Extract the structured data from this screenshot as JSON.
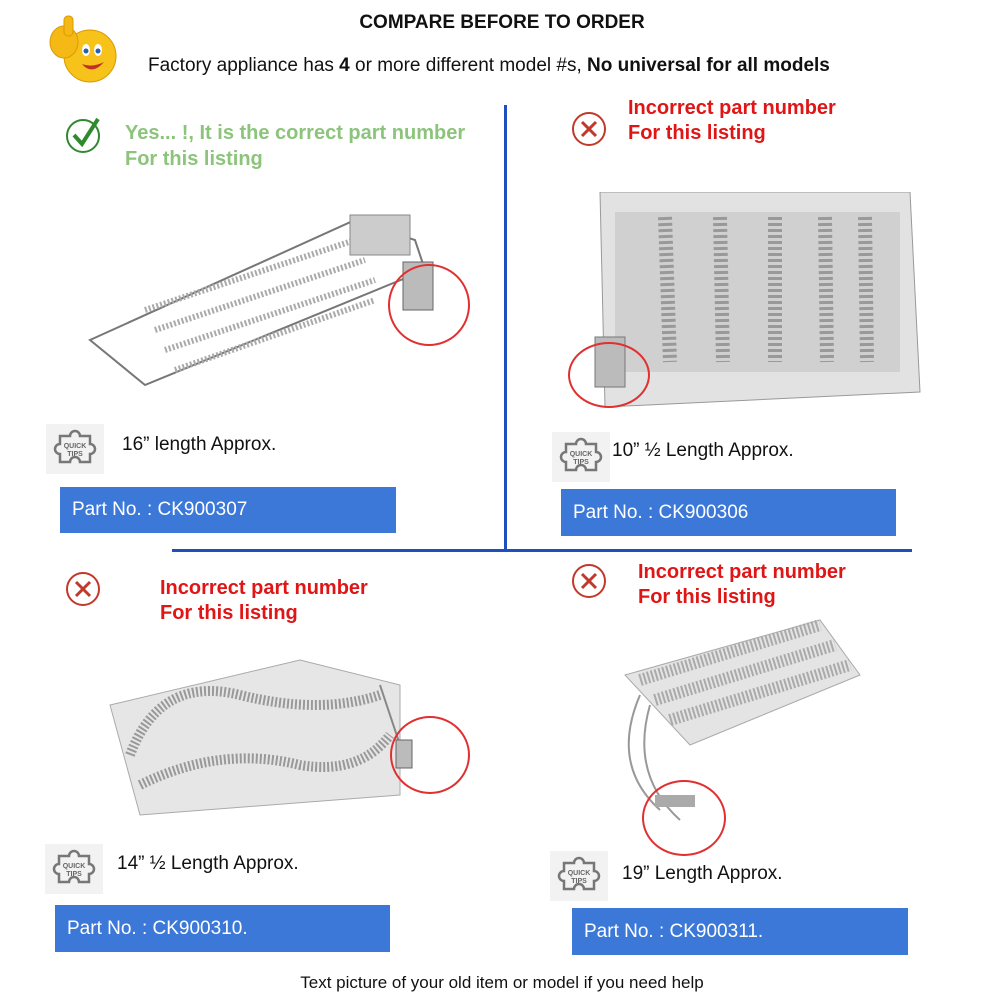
{
  "header": {
    "title": "COMPARE BEFORE TO ORDER",
    "subtitle_pre": "Factory appliance has ",
    "subtitle_bold_number": "4",
    "subtitle_mid": " or more different model #s, ",
    "subtitle_bold_end": "No universal for all models"
  },
  "quick_tips_icon_text": "QUICK TIPS",
  "panels": [
    {
      "status": "correct",
      "line1": "Yes... !, It is the correct part number",
      "line2": "For this listing",
      "length": "16” length Approx.",
      "part": "Part No. : CK900307"
    },
    {
      "status": "incorrect",
      "line1": "Incorrect part number",
      "line2": "For this listing",
      "length": "10” ½  Length Approx.",
      "part": "Part No. :  CK900306"
    },
    {
      "status": "incorrect",
      "line1": "Incorrect part number",
      "line2": "For this listing",
      "length": "14” ½  Length Approx.",
      "part": "Part No. :  CK900310."
    },
    {
      "status": "incorrect",
      "line1": "Incorrect part number",
      "line2": "For this listing",
      "length": "19” Length Approx.",
      "part": "Part No. :  CK900311."
    }
  ],
  "footer": "Text picture of your old item or model if you need help",
  "colors": {
    "accent_blue": "#3c78d8",
    "divider": "#1f4fbf",
    "correct_green": "#8cc47c",
    "incorrect_red": "#e01515"
  }
}
